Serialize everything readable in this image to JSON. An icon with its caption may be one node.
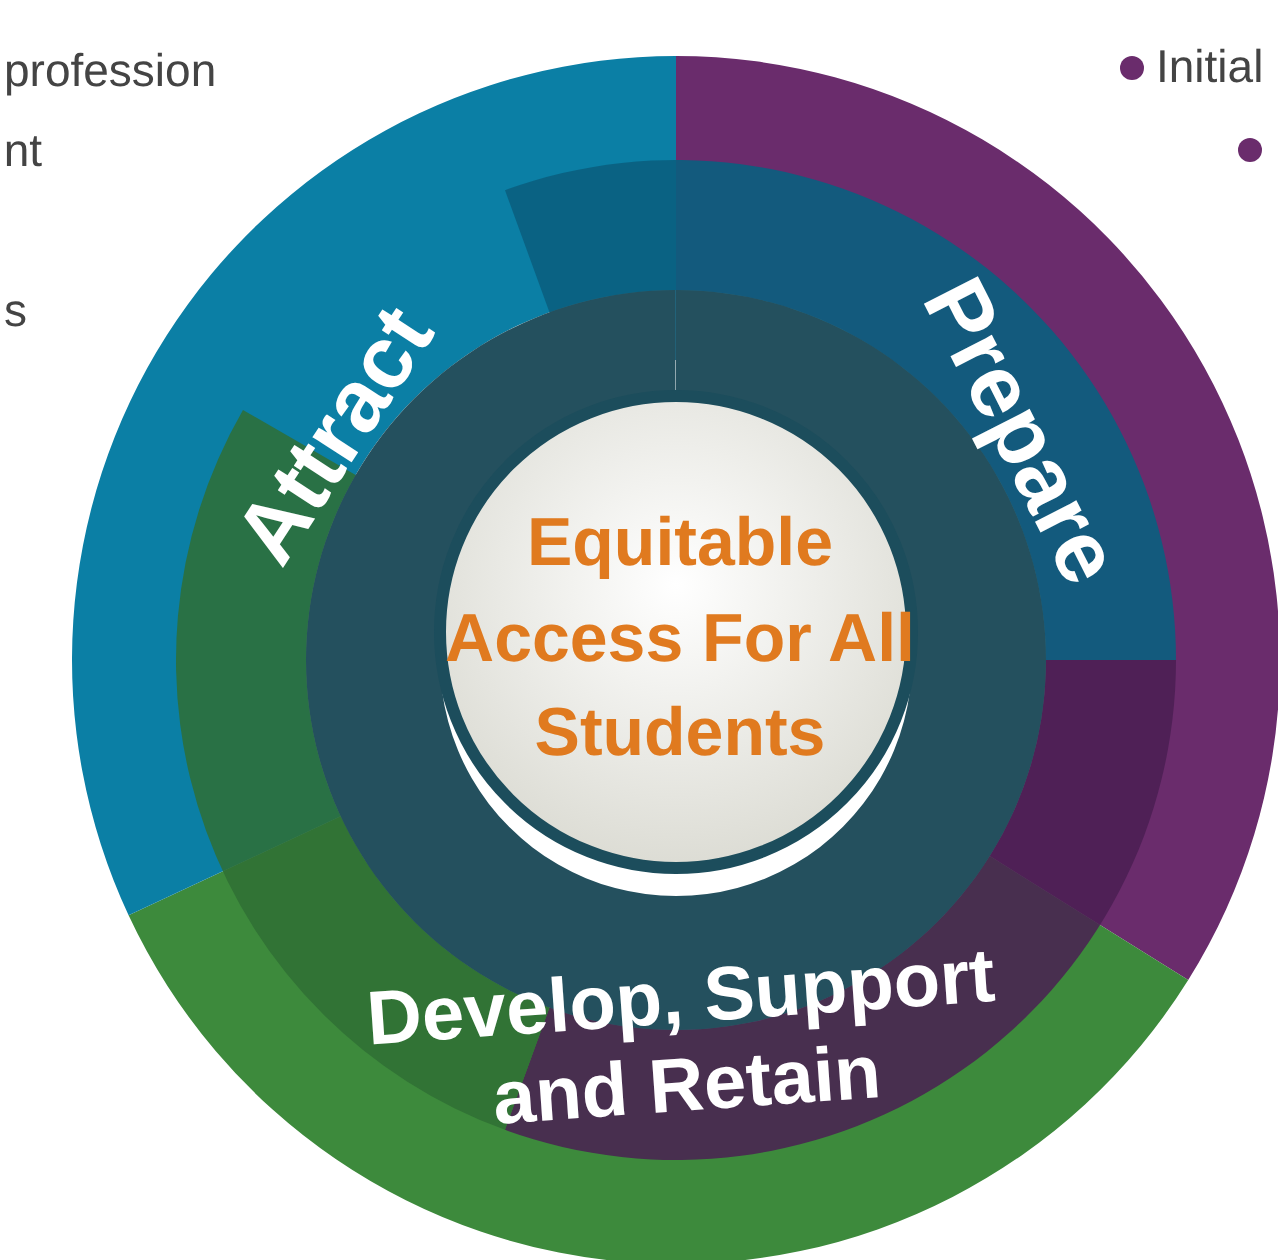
{
  "diagram": {
    "nodes": [
      {
        "text": [
          "Equitable Access For All Students"
        ]
      },
      {
        "text": [
          "Attract"
        ]
      },
      {
        "text": [
          "Prepare"
        ]
      },
      {
        "text": [
          "Develop, Support and Retain"
        ]
      }
    ],
    "labels": [
      "profession",
      "nt",
      "s",
      "Initial"
    ]
  }
}
